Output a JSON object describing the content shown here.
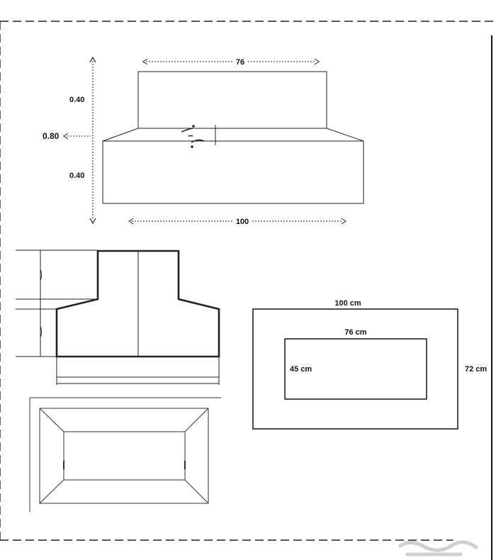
{
  "elevation": {
    "top_width_label": "76",
    "bottom_width_label": "100",
    "upper_height_label": "0.40",
    "total_height_label": "0.80",
    "lower_height_label": "0.40",
    "up_arrow": "↑",
    "down_arrow": "↓",
    "left_arrow": "←",
    "right_arrow": "→"
  },
  "plan": {
    "outer_width_label": "100 cm",
    "inner_width_label": "76 cm",
    "inner_depth_label": "45 cm",
    "outer_depth_label": "72 cm"
  }
}
